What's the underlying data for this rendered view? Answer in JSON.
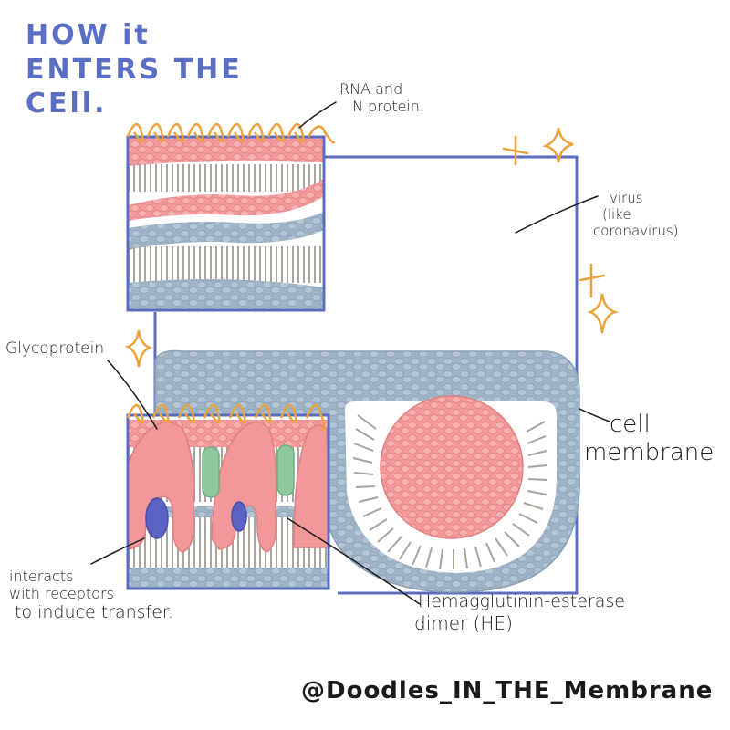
{
  "title": {
    "line1": "HOW it",
    "line2": "ENTERS THE",
    "line3": "CEll."
  },
  "labels": {
    "rna_line1": "RNA and",
    "rna_line2": "N protein.",
    "virus_line1": "virus",
    "virus_line2": "(like",
    "virus_line3": "coronavirus)",
    "glycoprotein": "Glycoprotein",
    "cell_line1": "cell",
    "cell_line2": "membrane",
    "interacts_line1": "interacts",
    "interacts_line2": "with receptors",
    "interacts_line3": "to induce transfer.",
    "he_line1": "Hemagglutinin-esterase",
    "he_line2": "dimer (HE)"
  },
  "credit": "@Doodles_IN_THE_Membrane",
  "colors": {
    "outline": "#5b6cc0",
    "membrane_blue": "#9fb3c6",
    "lipid_pink": "#f2989a",
    "lipid_tail": "#a9a49c",
    "rna_orange": "#eaa33c",
    "he_green": "#8ec99e",
    "receptor_blue": "#5a63c4",
    "title_blue": "#5a6fc4"
  }
}
